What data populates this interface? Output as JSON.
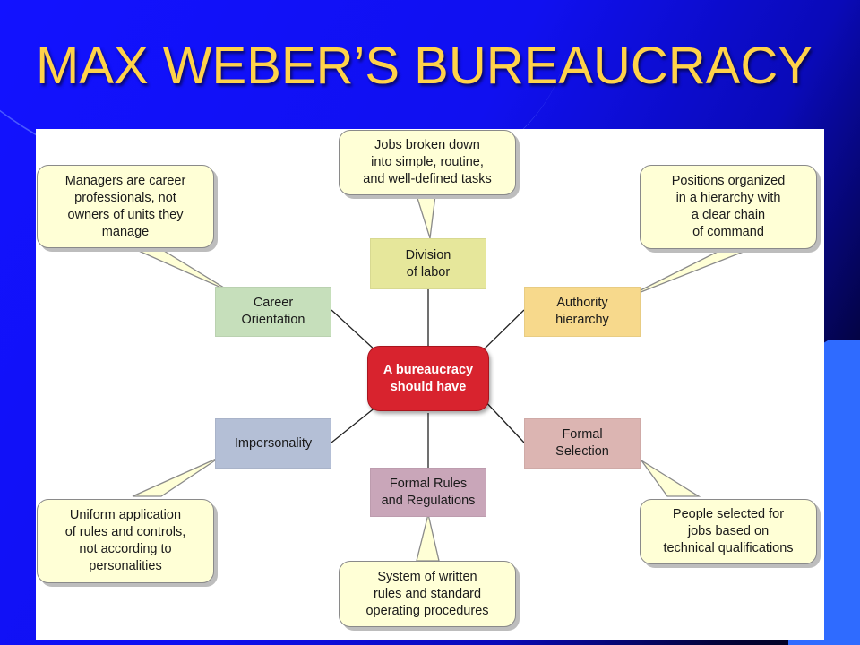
{
  "slide": {
    "title": "MAX WEBER’S BUREAUCRACY"
  },
  "diagram": {
    "center": {
      "line1": "A bureaucracy",
      "line2": "should have"
    },
    "nodes": {
      "division": {
        "line1": "Division",
        "line2": "of labor",
        "color": "#e6e79b"
      },
      "authority": {
        "line1": "Authority",
        "line2": "hierarchy",
        "color": "#f7d98c"
      },
      "formal_selection": {
        "line1": "Formal",
        "line2": "Selection",
        "color": "#dcb5b2"
      },
      "rules": {
        "line1": "Formal Rules",
        "line2": "and Regulations",
        "color": "#c9a6b9"
      },
      "impersonality": {
        "line1": "Impersonality",
        "color": "#b4bfd6"
      },
      "career": {
        "line1": "Career",
        "line2": "Orientation",
        "color": "#c6dfbb"
      }
    },
    "callouts": {
      "division": [
        "Jobs broken down",
        "into simple, routine,",
        "and well-defined tasks"
      ],
      "authority": [
        "Positions organized",
        "in a hierarchy with",
        "a clear chain",
        "of command"
      ],
      "formal_selection": [
        "People selected for",
        "jobs based on",
        "technical qualifications"
      ],
      "rules": [
        "System of written",
        "rules and standard",
        "operating procedures"
      ],
      "impersonality": [
        "Uniform application",
        "of rules and controls,",
        "not according to",
        "personalities"
      ],
      "career": [
        "Managers are career",
        "professionals, not",
        "owners of units they",
        "manage"
      ]
    }
  }
}
